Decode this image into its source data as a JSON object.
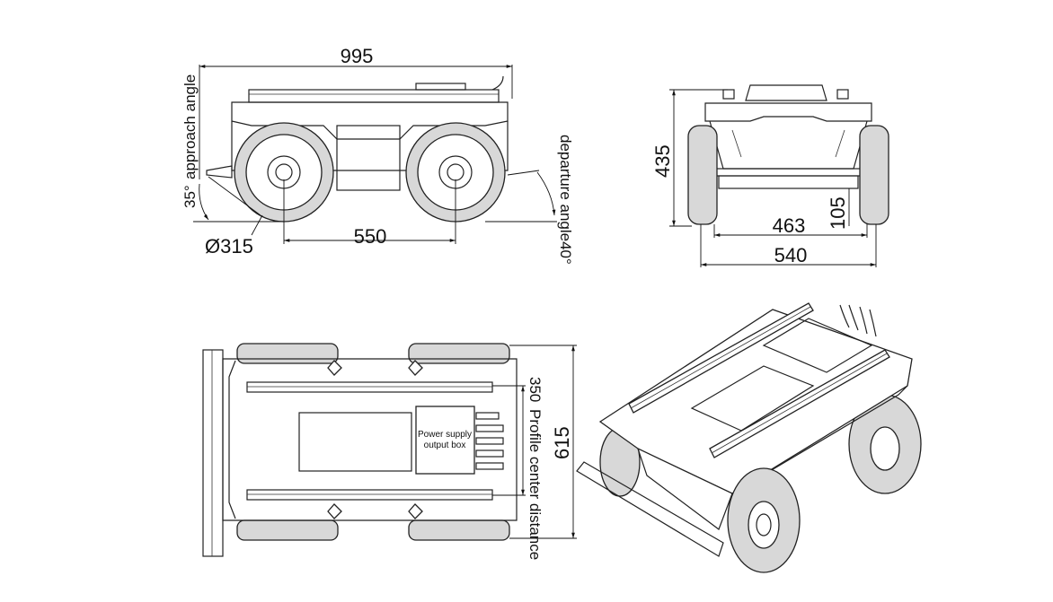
{
  "side_view": {
    "length": "995",
    "approach_angle_value": "35°",
    "approach_angle_label": "approach angle",
    "wheel_diameter": "Ø315",
    "wheelbase": "550",
    "departure_angle_label": "departure angle40°"
  },
  "front_view": {
    "height": "435",
    "track": "463",
    "ground_clearance": "105",
    "width": "540"
  },
  "top_view": {
    "profile_spacing": "350",
    "profile_spacing_label": "Profile center distance",
    "overall_width": "615",
    "box_label_line1": "Power supply",
    "box_label_line2": "output box"
  }
}
